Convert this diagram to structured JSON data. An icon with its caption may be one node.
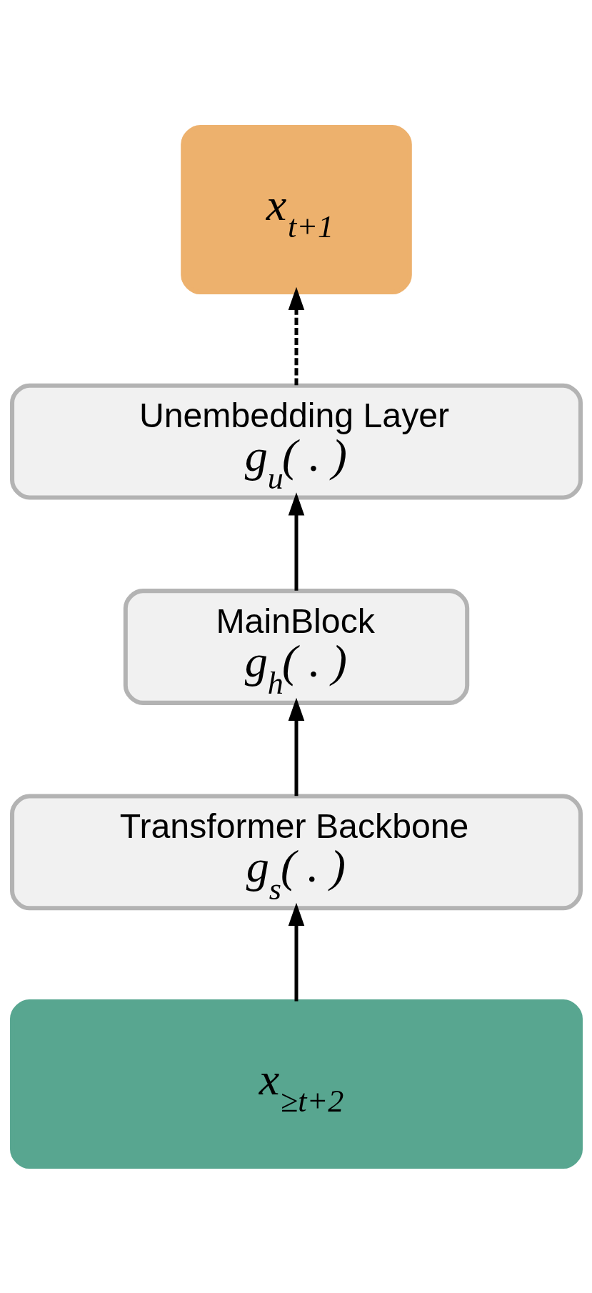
{
  "diagram": {
    "nodes": [
      {
        "text": [
          "x$_{t+1}$"
        ]
      },
      {
        "text": [
          "Unembedding Layer",
          "g$_{u}$( . )"
        ]
      },
      {
        "text": [
          "MainBlock",
          "g$_{h}$( . )"
        ]
      },
      {
        "text": [
          "Transformer Backbone",
          "g$_{s}$( . )"
        ]
      },
      {
        "text": [
          "x$_{≥t+2}$"
        ]
      }
    ],
    "edges": [
      {
        "from": 1,
        "to": 0,
        "arrow": "to",
        "style": "dashed"
      },
      {
        "from": 2,
        "to": 1,
        "arrow": "to"
      },
      {
        "from": 3,
        "to": 2,
        "arrow": "to"
      },
      {
        "from": 4,
        "to": 3,
        "arrow": "to"
      }
    ]
  }
}
